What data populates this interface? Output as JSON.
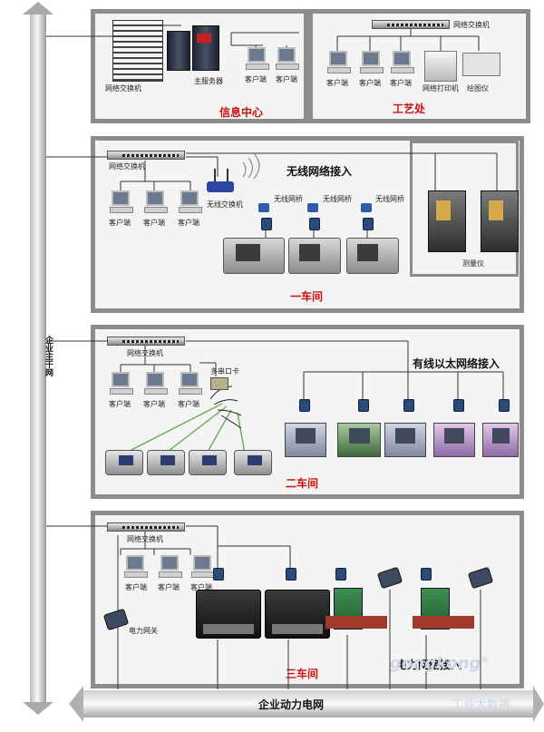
{
  "backbone_label": "企业主干网",
  "power_grid_label": "企业动力电网",
  "info_center": {
    "title": "信息中心",
    "switch": "网络交换机",
    "server": "主服务器",
    "client1": "客户端",
    "client2": "客户端"
  },
  "process_dept": {
    "title": "工艺处",
    "switch": "网络交换机",
    "client1": "客户端",
    "client2": "客户端",
    "client3": "客户端",
    "printer": "网络打印机",
    "plotter": "绘图仪"
  },
  "workshop1": {
    "title": "一车间",
    "switch": "网络交换机",
    "wireless_heading": "无线网络接入",
    "router": "无线交换机",
    "bridge1": "无线网桥",
    "bridge2": "无线网桥",
    "bridge3": "无线网桥",
    "client1": "客户端",
    "client2": "客户端",
    "client3": "客户端",
    "cmm": "测量仪"
  },
  "workshop2": {
    "title": "二车间",
    "switch": "网络交换机",
    "ethernet_heading": "有线以太网络接入",
    "serial_card": "多串口卡",
    "client1": "客户端",
    "client2": "客户端",
    "client3": "客户端"
  },
  "workshop3": {
    "title": "三车间",
    "switch": "网络交换机",
    "gateway": "电力网关",
    "power_heading": "电力网络接入",
    "client1": "客户端",
    "client2": "客户端",
    "client3": "客户端"
  },
  "watermark": {
    "brand": "gongkong",
    "reg": "®",
    "sub": "工业大数据"
  },
  "colors": {
    "title_red": "#cc1111",
    "panel_border": "#8c8c8c",
    "link_line": "#333333",
    "serial_line": "#6aa85a"
  }
}
